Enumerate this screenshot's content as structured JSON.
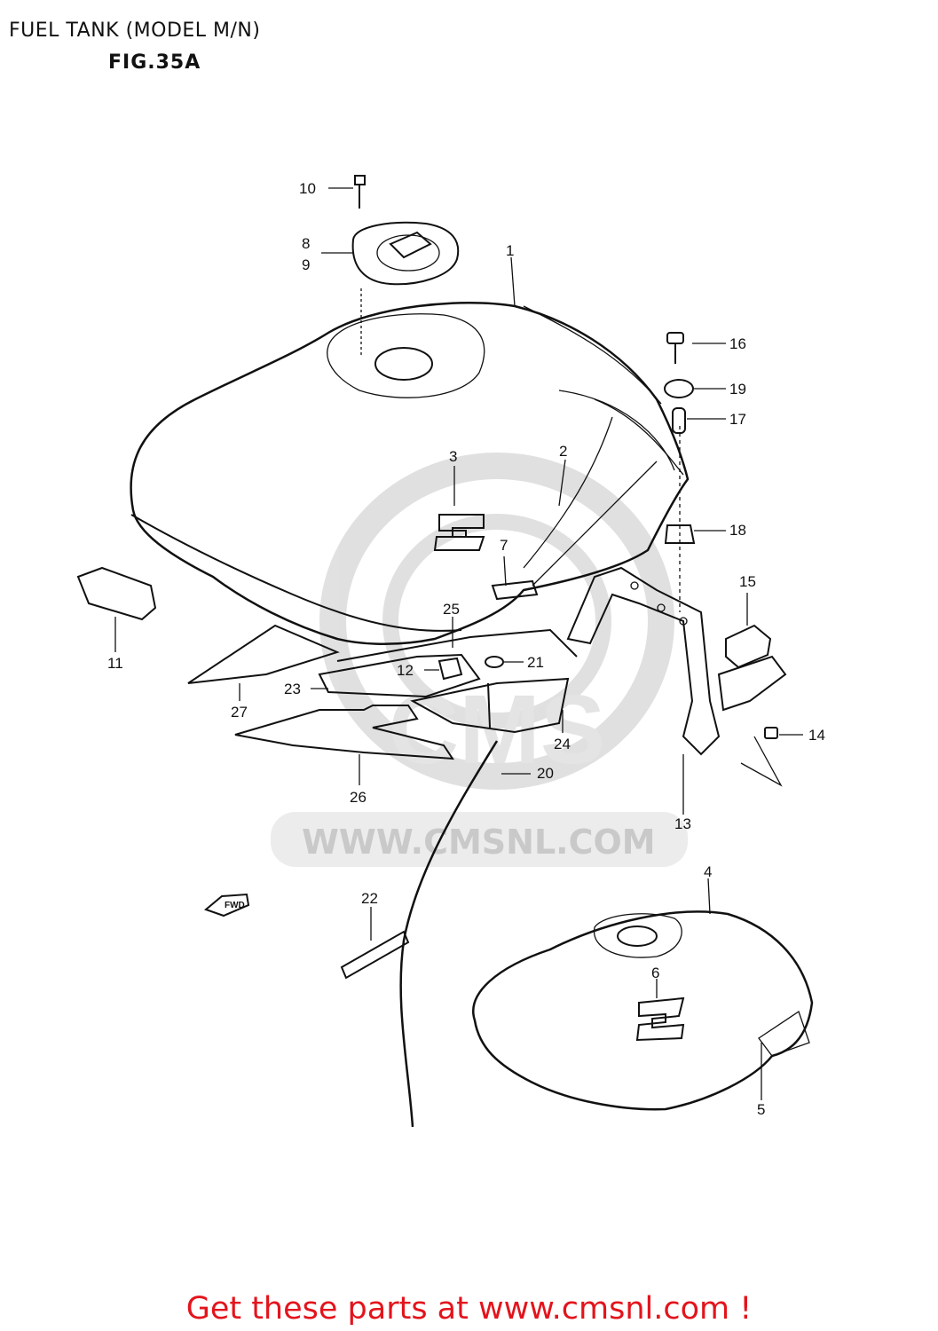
{
  "header": {
    "title": "FUEL TANK (MODEL M/N)",
    "figure": "FIG.35A"
  },
  "watermark": {
    "text": "WWW.CMSNL.COM"
  },
  "fwd_tag": "FWD",
  "callouts": [
    "1",
    "2",
    "3",
    "4",
    "5",
    "6",
    "7",
    "8",
    "9",
    "10",
    "11",
    "12",
    "13",
    "14",
    "15",
    "16",
    "17",
    "18",
    "19",
    "20",
    "21",
    "22",
    "23",
    "24",
    "25",
    "26",
    "27"
  ],
  "footer": {
    "text": "Get these parts at www.cmsnl.com !",
    "color": "#e3141c"
  }
}
